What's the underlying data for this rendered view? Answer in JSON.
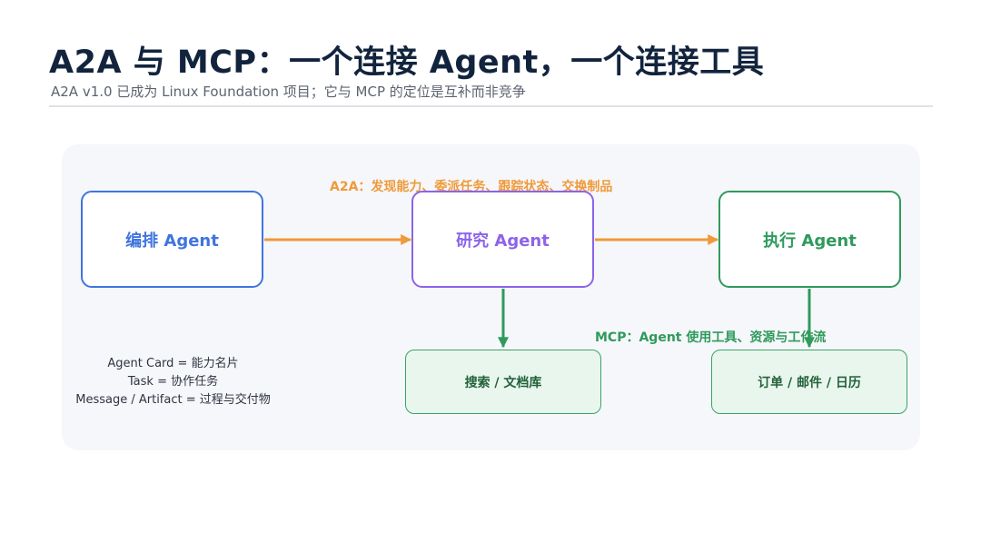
{
  "header": {
    "title": "A2A 与 MCP：一个连接 Agent，一个连接工具",
    "subtitle": "A2A v1.0 已成为 Linux Foundation 项目；它与 MCP 的定位是互补而非竞争"
  },
  "diagram": {
    "a2a_label": "A2A：发现能力、委派任务、跟踪状态、交换制品",
    "mcp_label": "MCP：Agent 使用工具、资源与工作流",
    "nodes": {
      "orchestrator": "编排 Agent",
      "research": "研究 Agent",
      "executor": "执行 Agent"
    },
    "tools": {
      "search": "搜索 / 文档库",
      "orders": "订单 / 邮件 / 日历"
    },
    "legend": [
      "Agent Card = 能力名片",
      "Task = 协作任务",
      "Message / Artifact = 过程与交付物"
    ]
  },
  "colors": {
    "orchestrator": "#3f74e0",
    "research": "#8c63ea",
    "executor": "#2f9a5c",
    "a2a_arrow": "#ef9a3a",
    "mcp_arrow": "#2f9a5c",
    "title": "#12243d"
  }
}
